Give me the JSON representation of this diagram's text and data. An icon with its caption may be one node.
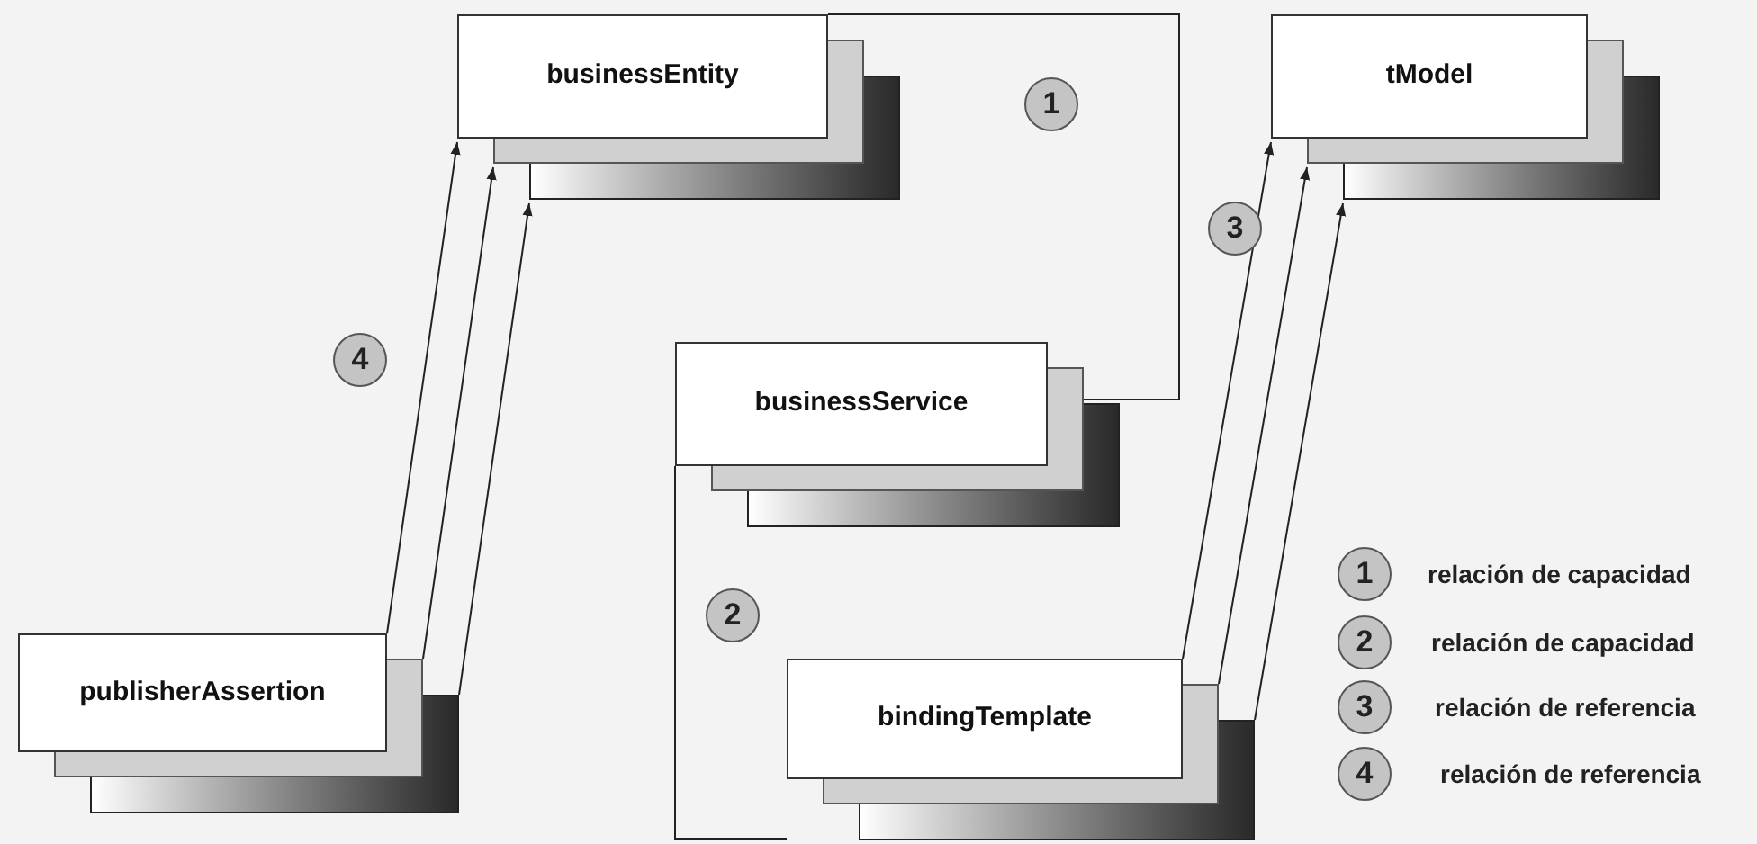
{
  "diagram": {
    "nodes": [
      {
        "text": [
          "businessEntity"
        ]
      },
      {
        "text": [
          "tModel"
        ]
      },
      {
        "text": [
          "businessService"
        ]
      },
      {
        "text": [
          "publisherAssertion"
        ]
      },
      {
        "text": [
          "bindingTemplate"
        ]
      }
    ],
    "edges": [
      {
        "from": 0,
        "to": 2,
        "arrow": "none"
      },
      {
        "from": 2,
        "to": 4,
        "arrow": "none"
      },
      {
        "from": 3,
        "to": 0,
        "arrow": "to"
      },
      {
        "from": 3,
        "to": 0,
        "arrow": "to"
      },
      {
        "from": 3,
        "to": 0,
        "arrow": "to"
      },
      {
        "from": 4,
        "to": 1,
        "arrow": "to"
      },
      {
        "from": 4,
        "to": 1,
        "arrow": "to"
      },
      {
        "from": 4,
        "to": 1,
        "arrow": "to"
      }
    ],
    "labels": [
      "1",
      "3",
      "4",
      "2",
      "1",
      "relación de capacidad",
      "2",
      "relación de capacidad",
      "3",
      "relación de referencia",
      "4",
      "relación de referencia"
    ]
  }
}
